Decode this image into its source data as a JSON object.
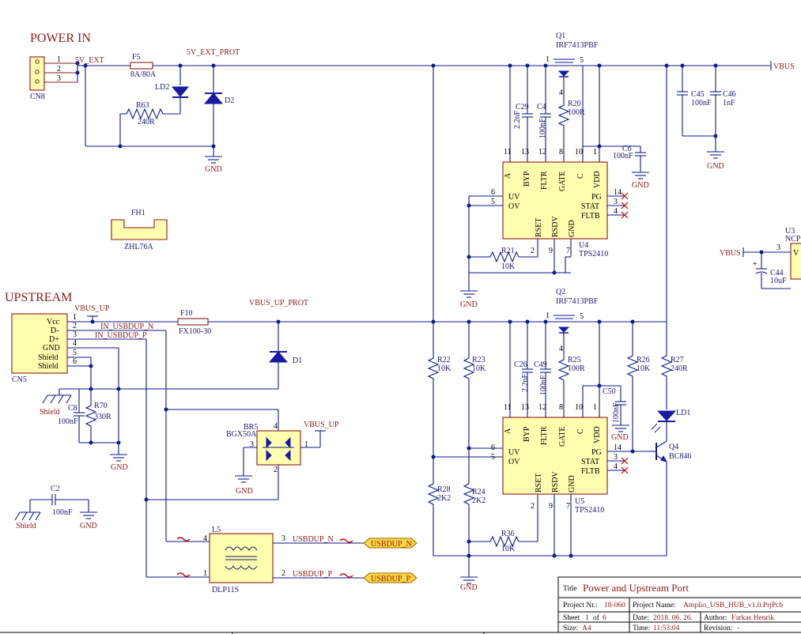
{
  "sections": {
    "power_in": "POWER IN",
    "upstream": "UPSTREAM"
  },
  "nets": {
    "v5_ext": "5V_EXT",
    "v5_ext_prot": "5V_EXT_PROT",
    "vbus": "VBUS",
    "vbus_up": "VBUS_UP",
    "vbus_up_prot": "VBUS_UP_PROT",
    "in_usbdup_n": "IN_USBDUP_N",
    "in_usbdup_p": "IN_USBDUP_P",
    "usbdup_n": "USBDUP_N",
    "usbdup_p": "USBDUP_P",
    "gnd": "GND",
    "shield": "Shield"
  },
  "components": {
    "cn8": {
      "ref": "CN8",
      "pins": [
        "1",
        "2",
        "3"
      ]
    },
    "f5": {
      "ref": "F5",
      "value": "8A/80A"
    },
    "ld2": {
      "ref": "LD2"
    },
    "r63": {
      "ref": "R63",
      "value": "240R"
    },
    "d2": {
      "ref": "D2"
    },
    "fh1": {
      "ref": "FH1",
      "value": "ZHL76A"
    },
    "q1": {
      "ref": "Q1",
      "value": "IRF7413PBF",
      "pins": [
        "1",
        "4",
        "5"
      ]
    },
    "q2": {
      "ref": "Q2",
      "value": "IRF7413PBF",
      "pins": [
        "1",
        "4",
        "5"
      ]
    },
    "c29": {
      "ref": "C29",
      "value": "2.2nF"
    },
    "c4": {
      "ref": "C4",
      "value": "100nF"
    },
    "r20": {
      "ref": "R20",
      "value": "100R"
    },
    "c6": {
      "ref": "C6",
      "value": "100nF"
    },
    "c45": {
      "ref": "C45",
      "value": "100nF"
    },
    "c46": {
      "ref": "C46",
      "value": "1nF"
    },
    "u3": {
      "ref": "U3",
      "value": "NCP"
    },
    "c44": {
      "ref": "C44",
      "value": "10uF",
      "pin": "3"
    },
    "u4": {
      "ref": "U4",
      "value": "TPS2410",
      "top_pins": [
        "A",
        "BYP",
        "FLTR",
        "GATE",
        "C",
        "VDD"
      ],
      "top_nums": [
        "11",
        "13",
        "12",
        "8",
        "10",
        "1"
      ],
      "left_pins": [
        "UV",
        "OV"
      ],
      "left_nums": [
        "6",
        "5"
      ],
      "right_pins": [
        "PG",
        "STAT",
        "FLTB"
      ],
      "right_nums": [
        "14",
        "3",
        "4"
      ],
      "bottom_pins": [
        "RSET",
        "RSDV",
        "GND"
      ],
      "bottom_nums": [
        "2",
        "9",
        "7"
      ]
    },
    "u5": {
      "ref": "U5",
      "value": "TPS2410"
    },
    "r21": {
      "ref": "R21",
      "value": "10K"
    },
    "cn5": {
      "ref": "CN5",
      "pins": [
        "Vcc",
        "D-",
        "D+",
        "GND",
        "Shield",
        "Shield"
      ],
      "nums": [
        "1",
        "2",
        "3",
        "4",
        "5",
        "6"
      ]
    },
    "f10": {
      "ref": "F10",
      "value": "FX100-30"
    },
    "d1": {
      "ref": "D1"
    },
    "c8": {
      "ref": "C8",
      "value": "100nF"
    },
    "r70": {
      "ref": "R70",
      "value": "330R"
    },
    "br5": {
      "ref": "BR5",
      "value": "BGX50A",
      "pins": [
        "1",
        "2",
        "3",
        "4"
      ]
    },
    "c2": {
      "ref": "C2",
      "value": "100nF"
    },
    "l5": {
      "ref": "L5",
      "value": "DLP11S",
      "pins": [
        "1",
        "2",
        "3",
        "4"
      ]
    },
    "r22": {
      "ref": "R22",
      "value": "10K"
    },
    "r23": {
      "ref": "R23",
      "value": "10K"
    },
    "r28": {
      "ref": "R28",
      "value": "2K2"
    },
    "r24": {
      "ref": "R24",
      "value": "2K2"
    },
    "c26": {
      "ref": "C26",
      "value": "2.2nF"
    },
    "c49": {
      "ref": "C49",
      "value": "100nF"
    },
    "r25": {
      "ref": "R25",
      "value": "100R"
    },
    "c50": {
      "ref": "C50",
      "value": "100nF"
    },
    "r26": {
      "ref": "R26",
      "value": "10K"
    },
    "r27": {
      "ref": "R27",
      "value": "240R"
    },
    "ld1": {
      "ref": "LD1"
    },
    "q4": {
      "ref": "Q4",
      "value": "BC846"
    },
    "r36": {
      "ref": "R36",
      "value": "10K"
    }
  },
  "title_block": {
    "title_label": "Title",
    "title": "Power and Upstream Port",
    "project_nr_label": "Project Nr.:",
    "project_nr": "18-060",
    "project_name_label": "Project Name:",
    "project_name": "Amplio_USB_HUB_v1.0.PrjPcb",
    "sheet_label": "Sheet",
    "sheet": "1",
    "of_label": "of",
    "sheets": "6",
    "date_label": "Date:",
    "date": "2018. 06. 26.",
    "author_label": "Author:",
    "author": "Farkas Henrik",
    "size_label": "Size:",
    "size": "A4",
    "time_label": "Time:",
    "time": "11:53:04",
    "revision_label": "Revision:",
    "revision": "-"
  }
}
